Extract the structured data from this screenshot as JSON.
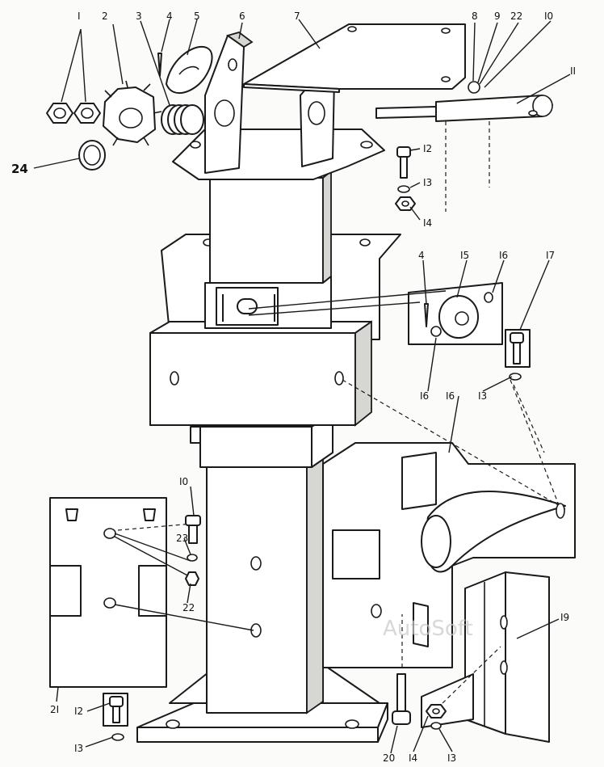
{
  "callouts": {
    "c1": "I",
    "c2": "2",
    "c3": "3",
    "c4": "4",
    "c5": "5",
    "c6": "6",
    "c7": "7",
    "c8": "8",
    "c9": "9",
    "c22a": "22",
    "c10a": "I0",
    "c11": "II",
    "c24": "24",
    "c12a": "I2",
    "c13a": "I3",
    "c14a": "I4",
    "c4b": "4",
    "c15": "I5",
    "c16a": "I6",
    "c17": "I7",
    "c16b": "I6",
    "c13b": "I3",
    "c16c": "I6",
    "c10b": "I0",
    "c23": "23",
    "c22b": "22",
    "c19": "I9",
    "c21": "2I",
    "c12b": "I2",
    "c13c": "I3",
    "c20": "20",
    "c14b": "I4",
    "c13d": "I3"
  },
  "watermark": "AutoSoft"
}
